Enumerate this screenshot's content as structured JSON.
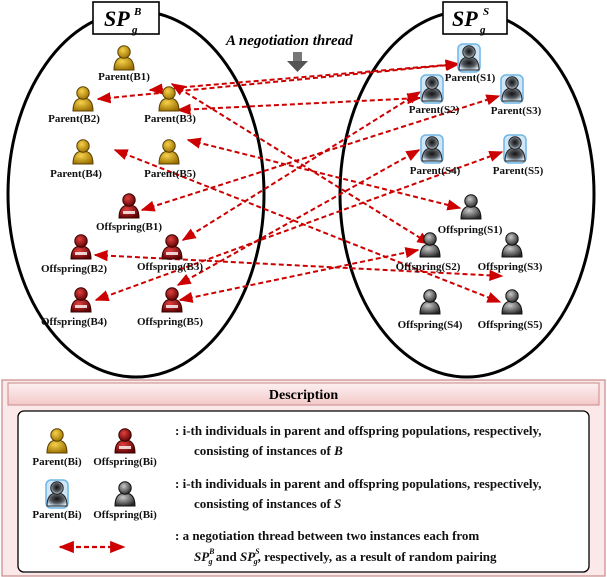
{
  "buyer_set": {
    "symbol": "SP",
    "sub": "g",
    "sup": "B"
  },
  "seller_set": {
    "symbol": "SP",
    "sub": "g",
    "sup": "S"
  },
  "thread_caption": "A negotiation thread",
  "buyer_parents": [
    "Parent(B1)",
    "Parent(B2)",
    "Parent(B3)",
    "Parent(B4)",
    "Parent(B5)"
  ],
  "buyer_offspring": [
    "Offspring(B1)",
    "Offspring(B2)",
    "Offspring(B3)",
    "Offspring(B4)",
    "Offspring(B5)"
  ],
  "seller_parents": [
    "Parent(S1)",
    "Parent(S2)",
    "Parent(S3)",
    "Parent(S4)",
    "Parent(S5)"
  ],
  "seller_offspring": [
    "Offspring(S1)",
    "Offspring(S2)",
    "Offspring(S3)",
    "Offspring(S4)",
    "Offspring(S5)"
  ],
  "description": {
    "title": "Description",
    "row1": {
      "icon_a": "Parent(Bi)",
      "icon_b": "Offspring(Bi)",
      "line1": ": i-th individuals in parent and offspring populations, respectively,",
      "line2_prefix": "consisting of instances of ",
      "line2_var": "B"
    },
    "row2": {
      "icon_a": "Parent(Bi)",
      "icon_b": "Offspring(Bi)",
      "line1": ": i-th individuals in parent and offspring populations, respectively,",
      "line2_prefix": "consisting of instances of ",
      "line2_var": "S"
    },
    "row3": {
      "line1": ": a negotiation thread between two instances each from",
      "sp": "SP",
      "g": "g",
      "supB": "B",
      "supS": "S",
      "and": " and ",
      "tail": ", respectively, as a result of random pairing"
    }
  },
  "colors": {
    "buyer_parent": "#c8960a",
    "buyer_offspring": "#9a1212",
    "seller_parent_glow": "#66b8ee",
    "seller_offspring": "#555555",
    "thread_arrow": "#cc0000",
    "description_bg": "#fbe8e8",
    "description_border": "#c98a8a"
  },
  "icons": {
    "buyer_parent": "person-gold-icon",
    "buyer_offspring": "person-red-icon",
    "seller_parent": "person-blue-glow-icon",
    "seller_offspring": "person-gray-icon",
    "pointer": "down-arrow-icon"
  }
}
